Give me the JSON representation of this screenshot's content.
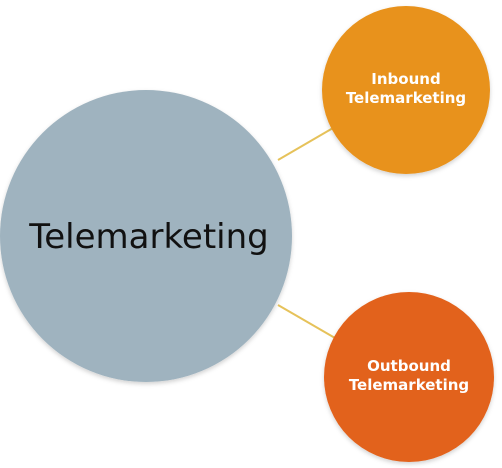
{
  "diagram": {
    "center": {
      "label": "Telemarketing",
      "color": "#9fb3bf"
    },
    "children": [
      {
        "line1": "Inbound",
        "line2": "Telemarketing",
        "color": "#e8921c"
      },
      {
        "line1": "Outbound",
        "line2": "Telemarketing",
        "color": "#e2621b"
      }
    ],
    "connector_color": "#e6c25a"
  }
}
